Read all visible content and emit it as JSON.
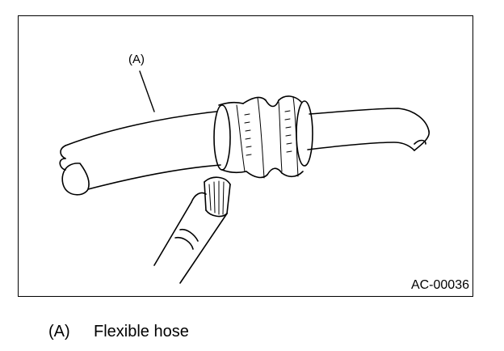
{
  "figure": {
    "code": "AC-00036",
    "callouts": [
      {
        "key": "(A)"
      }
    ]
  },
  "legend": {
    "items": [
      {
        "key": "(A)",
        "description": "Flexible hose"
      }
    ]
  },
  "colors": {
    "line": "#000000",
    "background": "#ffffff"
  }
}
